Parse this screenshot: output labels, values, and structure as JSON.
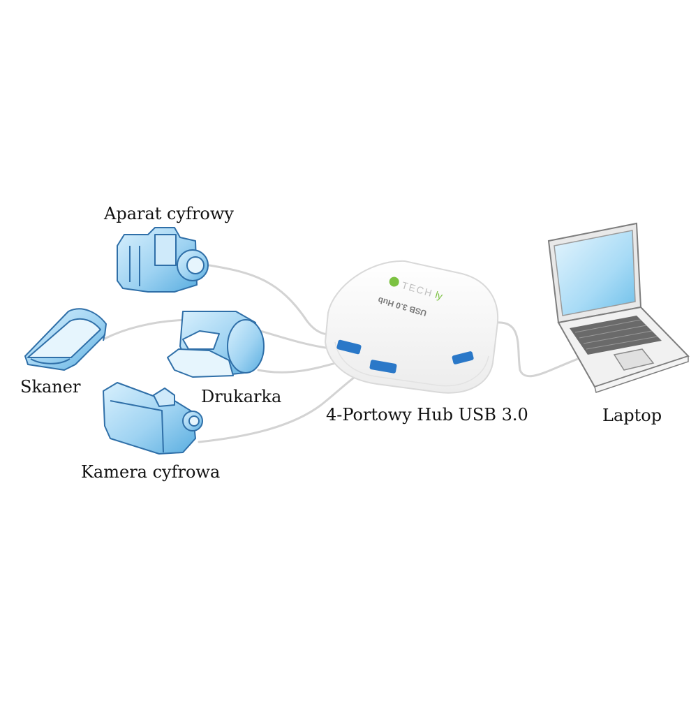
{
  "diagram": {
    "hub": {
      "label": "4-Portowy Hub USB 3.0",
      "brand_text": "TECH",
      "brand_suffix": "ly",
      "model_text": "USB 3.0 Hub"
    },
    "devices": {
      "camera_photo": {
        "label": "Aparat cyfrowy",
        "icon": "digital-camera-icon"
      },
      "scanner": {
        "label": "Skaner",
        "icon": "scanner-icon"
      },
      "printer": {
        "label": "Drukarka",
        "icon": "printer-icon"
      },
      "camcorder": {
        "label": "Kamera cyfrowa",
        "icon": "video-camera-icon"
      },
      "laptop": {
        "label": "Laptop",
        "icon": "laptop-icon"
      }
    },
    "colors": {
      "device_fill": "#9fd3f2",
      "device_outline": "#2f6fa8",
      "cable": "#d3d3d3",
      "hub_body": "#f7f7f7",
      "hub_port": "#2a78c8",
      "brand_green": "#7cc242"
    }
  }
}
